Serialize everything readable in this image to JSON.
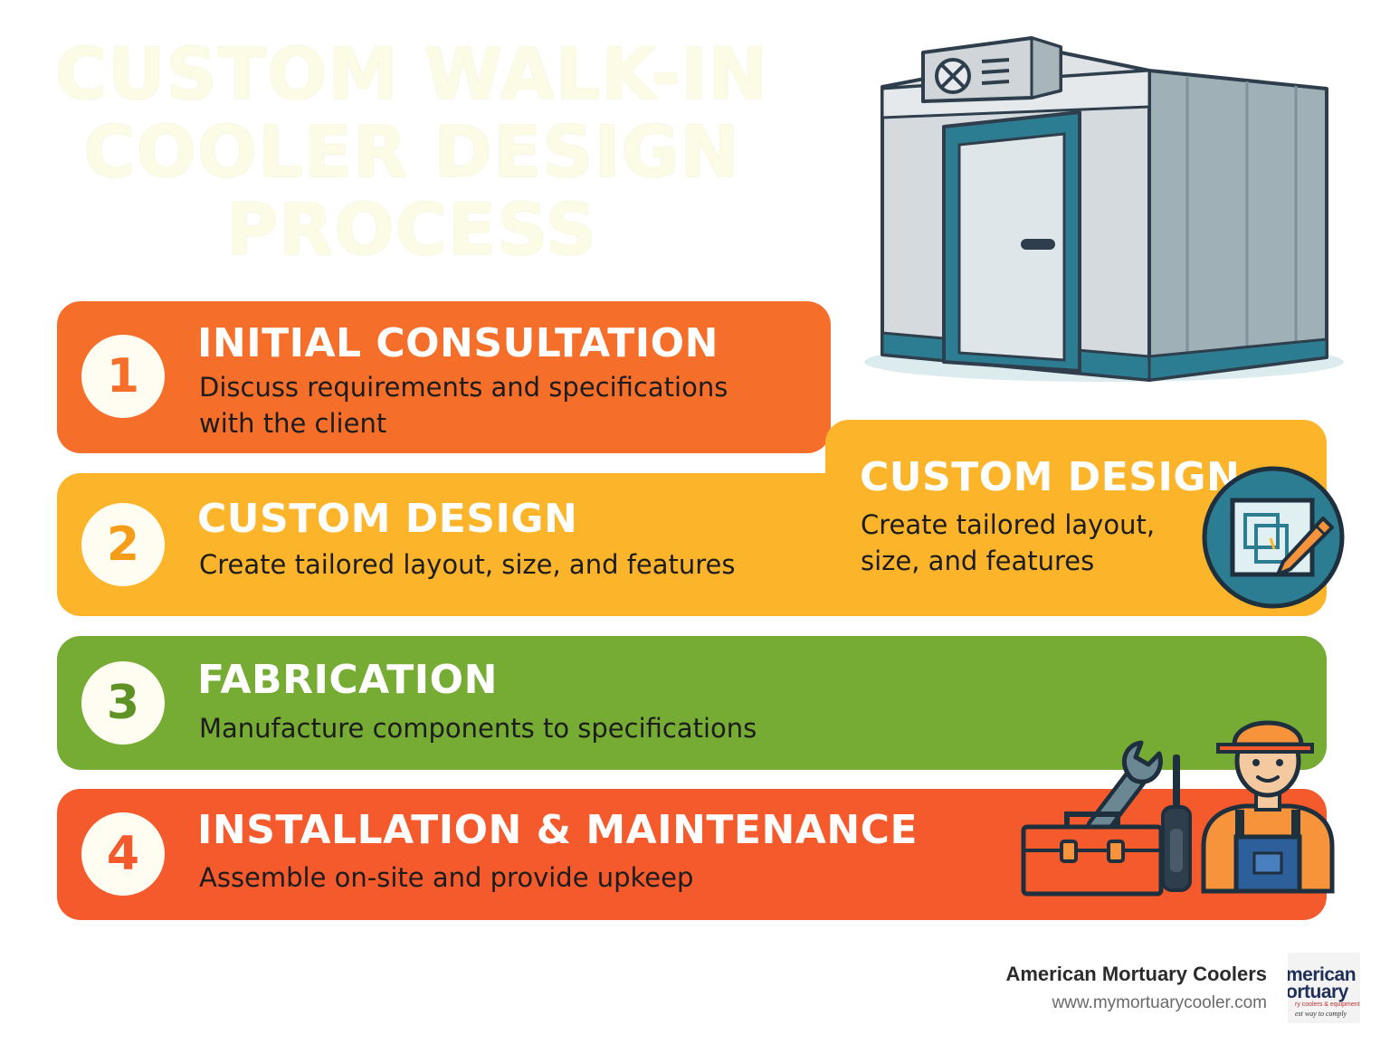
{
  "title": {
    "lines": [
      "CUSTOM WALK-IN",
      "COOLER DESIGN",
      "PROCESS"
    ]
  },
  "steps": [
    {
      "number": "1",
      "title": "INITIAL CONSULTATION",
      "description_lines": [
        "Discuss requirements and specifications",
        "with the client"
      ]
    },
    {
      "number": "2",
      "title": "CUSTOM DESIGN",
      "description": "Create tailored layout, size, and features"
    },
    {
      "number": "3",
      "title": "FABRICATION",
      "description": "Manufacture components to specifications"
    },
    {
      "number": "4",
      "title": "INSTALLATION & MAINTENANCE",
      "description": "Assemble on-site and provide upkeep"
    }
  ],
  "callout": {
    "title": "CUSTOM DESIGN",
    "description_lines": [
      "Create tailored layout,",
      "size, and features"
    ]
  },
  "footer": {
    "brand_name": "American Mortuary Coolers",
    "url": "www.mymortuarycooler.com",
    "logo_lines": [
      "merican",
      "ortuary",
      "ry coolers & equipment",
      "est way to comply"
    ]
  },
  "colors": {
    "step1": "#f56f2b",
    "step2": "#fcb52a",
    "step3": "#76ac33",
    "step4": "#f45a2c",
    "teal": "#2d7d92"
  },
  "icons": [
    "walk-in-cooler-illustration",
    "blueprint-pencil-icon",
    "wrench-icon",
    "screwdriver-icon",
    "toolbox-icon",
    "technician-icon"
  ]
}
